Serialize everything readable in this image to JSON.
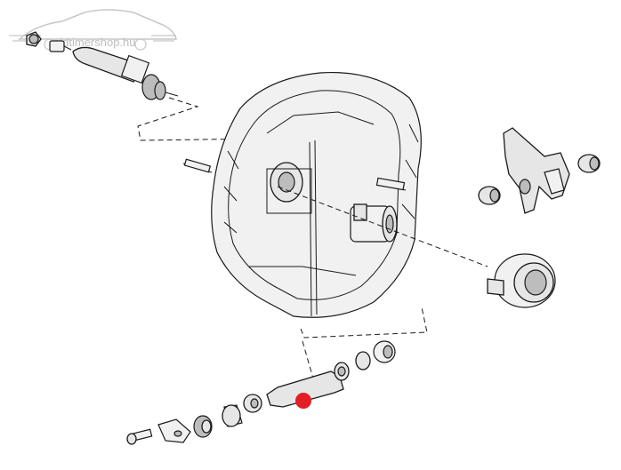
{
  "watermark": {
    "text": "oldtimershop.hu",
    "logo_icon": "vintage-car-logo"
  },
  "highlight": {
    "color": "#e31e24",
    "marks": "clutch-release-shaft"
  },
  "colors": {
    "line": "#1a1a1a",
    "fill": "#e6e6e6",
    "shade": "#bdbdbd"
  }
}
